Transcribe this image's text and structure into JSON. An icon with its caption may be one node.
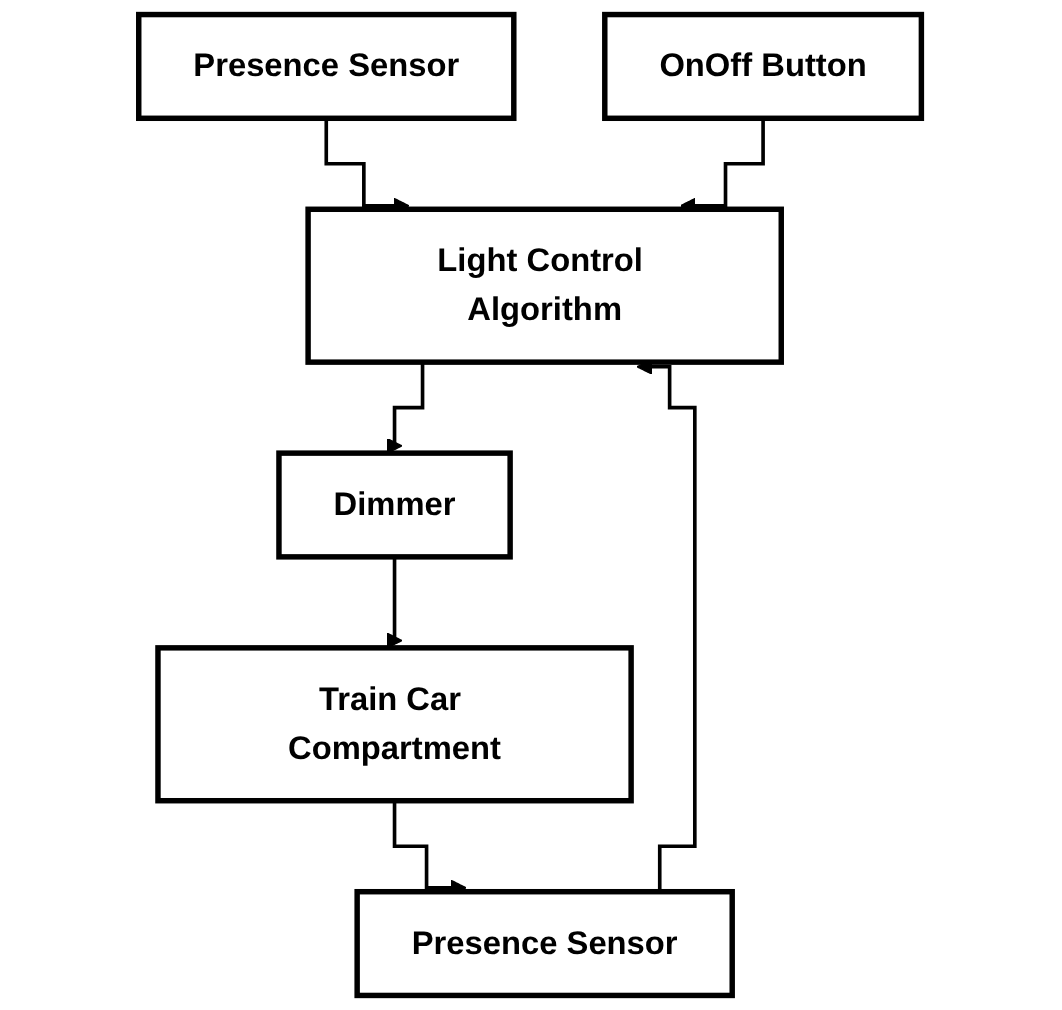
{
  "diagram": {
    "nodes": [
      {
        "text": [
          "Presence Sensor"
        ]
      },
      {
        "text": [
          "OnOff Button"
        ]
      },
      {
        "text": [
          "Light Control Algorithm"
        ]
      },
      {
        "text": [
          "Dimmer"
        ]
      },
      {
        "text": [
          "Train Car Compartment"
        ]
      },
      {
        "text": [
          "Presence Sensor"
        ]
      }
    ],
    "edges": [
      {
        "from": 0,
        "to": 2,
        "arrow": "to"
      },
      {
        "from": 1,
        "to": 2,
        "arrow": "to"
      },
      {
        "from": 2,
        "to": 3,
        "arrow": "to"
      },
      {
        "from": 3,
        "to": 4,
        "arrow": "to"
      },
      {
        "from": 4,
        "to": 5,
        "arrow": "to"
      },
      {
        "from": 5,
        "to": 2,
        "arrow": "to"
      }
    ]
  }
}
